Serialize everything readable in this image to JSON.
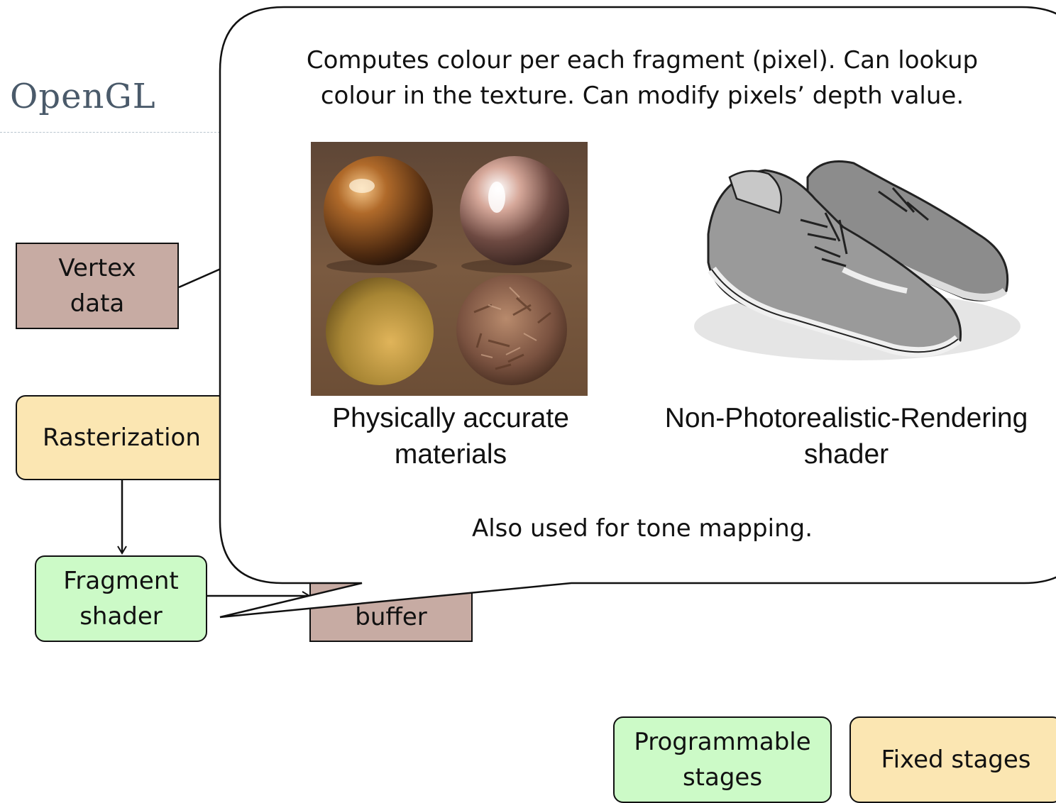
{
  "title": "OpenGL",
  "pipeline": {
    "vertex_data": "Vertex\ndata",
    "rasterization": "Rasterization",
    "fragment_shader": "Fragment\nshader",
    "frame_buffer": "buffer"
  },
  "callout": {
    "description": "Computes colour per each fragment (pixel). Can lookup\ncolour in the texture. Can modify pixels’ depth value.",
    "left_caption": "Physically accurate\nmaterials",
    "right_caption": "Non-Photorealistic-Rendering\nshader",
    "footer": "Also used for tone mapping."
  },
  "legend": {
    "programmable": "Programmable\nstages",
    "fixed": "Fixed stages"
  },
  "colors": {
    "data_box": "#c7aba3",
    "fixed_stage": "#fbe6b2",
    "programmable_stage": "#ccfac7"
  }
}
